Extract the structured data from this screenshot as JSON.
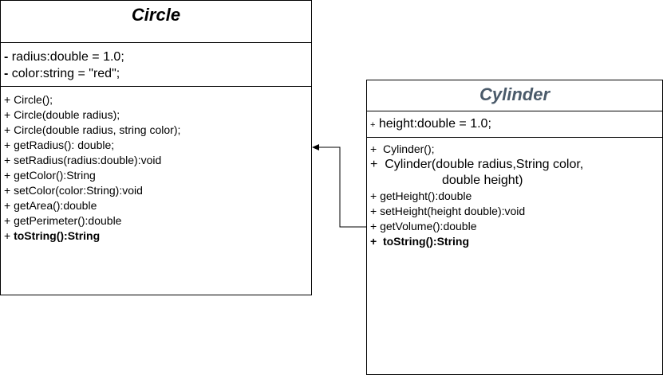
{
  "circle": {
    "name": "Circle",
    "attributes": [
      {
        "vis": "-",
        "text": " radius:double = 1.0;"
      },
      {
        "vis": "-",
        "text": " color:string = \"red\";"
      }
    ],
    "operations": [
      {
        "text": "+ Circle();"
      },
      {
        "text": "+ Circle(double radius);"
      },
      {
        "text": "+ Circle(double radius, string color);"
      },
      {
        "text": "+ getRadius(): double;"
      },
      {
        "text": "+ setRadius(radius:double):void"
      },
      {
        "text": "+ getColor():String"
      },
      {
        "text": "+ setColor(color:String):void"
      },
      {
        "text": "+ getArea():double"
      },
      {
        "text": "+ getPerimeter():double"
      },
      {
        "vis": "+ ",
        "text": "toString():String"
      }
    ]
  },
  "cylinder": {
    "name": "Cylinder",
    "attributes": [
      {
        "vis": "+",
        "text": " height:double = 1.0;"
      }
    ],
    "operations": {
      "ctor1": "+  Cylinder();",
      "ctor2_line1": "+  Cylinder(double radius,String color,",
      "ctor2_line2": "double height)",
      "getHeight": "+ getHeight():double",
      "setHeight": "+ setHeight(height double):void",
      "getVolume": "+ getVolume():double",
      "toString": "+  toString():String"
    }
  },
  "colors": {
    "cylinder_title": "#4a5a6a",
    "border": "#000000"
  }
}
